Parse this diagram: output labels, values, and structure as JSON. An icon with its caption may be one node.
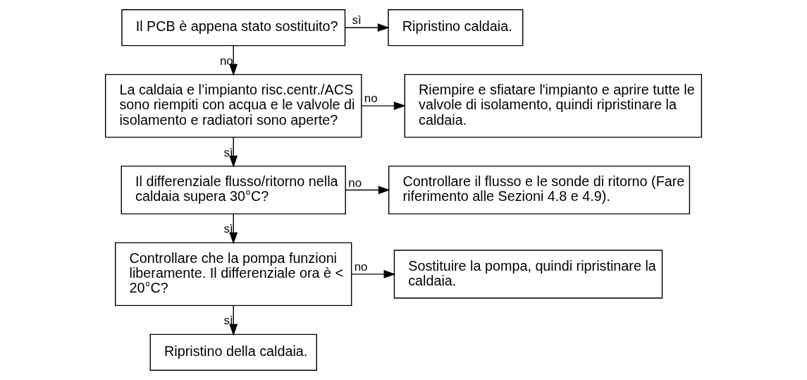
{
  "diagram": {
    "nodes": [
      {
        "text": [
          "Il PCB è appena stato sostituito?"
        ]
      },
      {
        "text": [
          "Ripristino caldaia."
        ]
      },
      {
        "text": [
          "La caldaia e l’impianto risc.centr./ACS sono riempiti con acqua e le valvole di isolamento e radiatori sono aperte?"
        ]
      },
      {
        "text": [
          "Riempire e sfiatare l'impianto e aprire tutte le valvole di isolamento, quindi ripristinare la caldaia."
        ]
      },
      {
        "text": [
          "Il differenziale flusso/ritorno nella caldaia supera 30°C?"
        ]
      },
      {
        "text": [
          "Controllare il flusso e le sonde di ritorno (Fare riferimento alle Sezioni 4.8 e 4.9)."
        ]
      },
      {
        "text": [
          "Controllare che la pompa funzioni liberamente. Il differenziale ora è < 20°C?"
        ]
      },
      {
        "text": [
          "Sostituire la pompa, quindi ripristinare la caldaia."
        ]
      },
      {
        "text": [
          "Ripristino della caldaia."
        ]
      }
    ],
    "edges": [
      {
        "from": 0,
        "to": 1,
        "arrow": "to",
        "label": "sì"
      },
      {
        "from": 0,
        "to": 2,
        "arrow": "to",
        "label": "no"
      },
      {
        "from": 2,
        "to": 3,
        "arrow": "to",
        "label": "no"
      },
      {
        "from": 2,
        "to": 4,
        "arrow": "to",
        "label": "sì"
      },
      {
        "from": 4,
        "to": 5,
        "arrow": "to",
        "label": "no"
      },
      {
        "from": 4,
        "to": 6,
        "arrow": "to",
        "label": "sì"
      },
      {
        "from": 6,
        "to": 7,
        "arrow": "to",
        "label": "no"
      },
      {
        "from": 6,
        "to": 8,
        "arrow": "to",
        "label": "sì"
      }
    ]
  }
}
